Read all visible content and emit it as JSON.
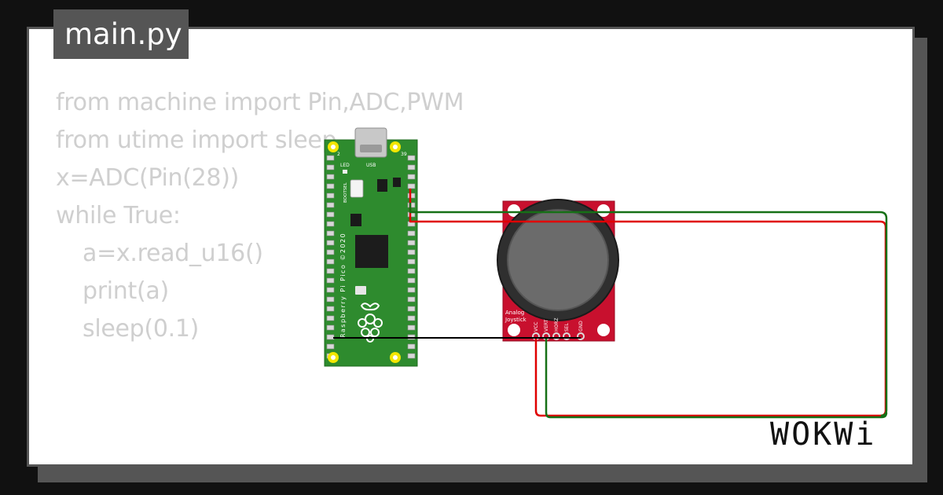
{
  "file_tab": {
    "label": "main.py"
  },
  "code_lines": [
    "from machine import Pin,ADC,PWM",
    "from utime import sleep",
    "x=ADC(Pin(28))",
    "while True:",
    "a=x.read_u16()",
    "print(a)",
    "sleep(0.1)"
  ],
  "pico": {
    "led_label": "LED",
    "usb_label": "USB",
    "bootsel_label": "BOOTSEL",
    "board_label": "Raspberry Pi Pico ©2020",
    "pin_left": "2",
    "pin_right": "39"
  },
  "joystick": {
    "title_line1": "Analog",
    "title_line2": "Joystick",
    "pins": [
      "VCC",
      "VERT",
      "HORZ",
      "SEL",
      "GND"
    ]
  },
  "brand": {
    "logo": "WOKWi"
  },
  "colors": {
    "background": "#111111",
    "card": "#ffffff",
    "tab": "#555555",
    "code_text": "#cfcfcf",
    "pico_green": "#2e8b2e",
    "joystick_red": "#c8102e",
    "wire_red": "#e00000",
    "wire_green": "#167016",
    "wire_black": "#000000"
  }
}
